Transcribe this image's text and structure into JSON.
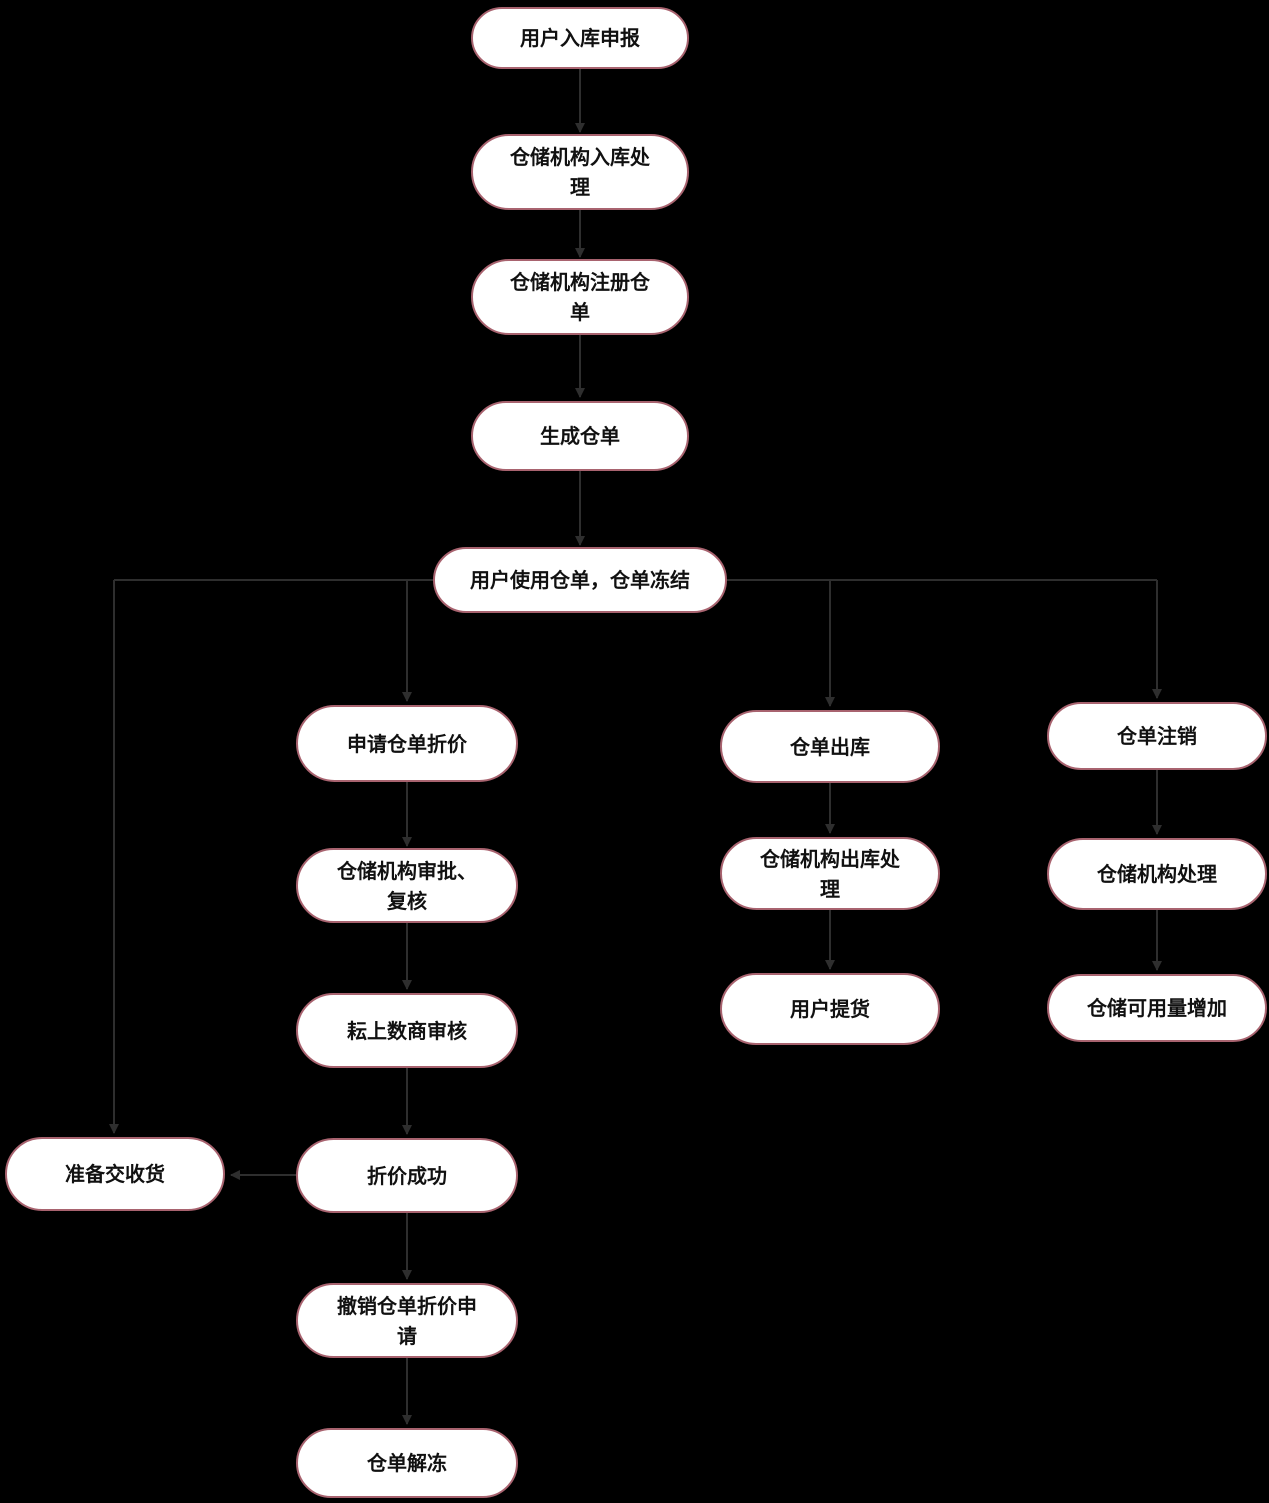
{
  "diagram": {
    "type": "flowchart",
    "colors": {
      "background": "#000000",
      "node_fill": "#ffffff",
      "node_border": "#a8636f",
      "connector": "#2e2e2e",
      "text": "#111111"
    },
    "nodes": [
      {
        "id": "user-inbound-declare",
        "label": "用户入库申报"
      },
      {
        "id": "warehouse-inbound-process",
        "label": "仓储机构入库处\n理"
      },
      {
        "id": "warehouse-register-receipt",
        "label": "仓储机构注册仓\n单"
      },
      {
        "id": "generate-receipt",
        "label": "生成仓单"
      },
      {
        "id": "use-receipt-freeze",
        "label": "用户使用仓单，仓单冻结"
      },
      {
        "id": "apply-discount",
        "label": "申请仓单折价"
      },
      {
        "id": "warehouse-approve-review",
        "label": "仓储机构审批、\n复核"
      },
      {
        "id": "yunshang-review",
        "label": "耘上数商审核"
      },
      {
        "id": "discount-success",
        "label": "折价成功"
      },
      {
        "id": "prepare-delivery",
        "label": "准备交收货"
      },
      {
        "id": "cancel-discount-request",
        "label": "撤销仓单折价申\n请"
      },
      {
        "id": "receipt-unfreeze",
        "label": "仓单解冻"
      },
      {
        "id": "receipt-outbound",
        "label": "仓单出库"
      },
      {
        "id": "warehouse-outbound-process",
        "label": "仓储机构出库处\n理"
      },
      {
        "id": "user-pickup",
        "label": "用户提货"
      },
      {
        "id": "receipt-cancel",
        "label": "仓单注销"
      },
      {
        "id": "warehouse-process",
        "label": "仓储机构处理"
      },
      {
        "id": "storage-available-increase",
        "label": "仓储可用量增加"
      }
    ],
    "edges": [
      {
        "from": "user-inbound-declare",
        "to": "warehouse-inbound-process"
      },
      {
        "from": "warehouse-inbound-process",
        "to": "warehouse-register-receipt"
      },
      {
        "from": "warehouse-register-receipt",
        "to": "generate-receipt"
      },
      {
        "from": "generate-receipt",
        "to": "use-receipt-freeze"
      },
      {
        "from": "use-receipt-freeze",
        "to": "prepare-delivery"
      },
      {
        "from": "use-receipt-freeze",
        "to": "apply-discount"
      },
      {
        "from": "use-receipt-freeze",
        "to": "receipt-outbound"
      },
      {
        "from": "use-receipt-freeze",
        "to": "receipt-cancel"
      },
      {
        "from": "apply-discount",
        "to": "warehouse-approve-review"
      },
      {
        "from": "warehouse-approve-review",
        "to": "yunshang-review"
      },
      {
        "from": "yunshang-review",
        "to": "discount-success"
      },
      {
        "from": "discount-success",
        "to": "prepare-delivery"
      },
      {
        "from": "discount-success",
        "to": "cancel-discount-request"
      },
      {
        "from": "cancel-discount-request",
        "to": "receipt-unfreeze"
      },
      {
        "from": "receipt-outbound",
        "to": "warehouse-outbound-process"
      },
      {
        "from": "warehouse-outbound-process",
        "to": "user-pickup"
      },
      {
        "from": "receipt-cancel",
        "to": "warehouse-process"
      },
      {
        "from": "warehouse-process",
        "to": "storage-available-increase"
      }
    ]
  }
}
